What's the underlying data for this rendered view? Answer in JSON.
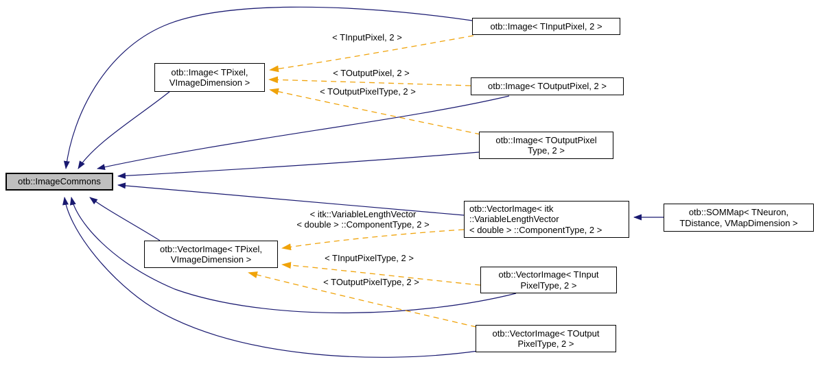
{
  "diagram": {
    "title": "otb::ImageCommons inheritance graph",
    "colors": {
      "inheritance_edge": "#191970",
      "template_instance_edge": "#f0a30a",
      "node_fill": "#ffffff",
      "highlighted_node_fill": "#bfbfbf",
      "node_border": "#000000"
    },
    "nodes": {
      "image_commons": {
        "label": "otb::ImageCommons",
        "highlighted": true
      },
      "image_template": {
        "label": "otb::Image< TPixel,\nVImageDimension >"
      },
      "image_tinputpixel": {
        "label": "otb::Image< TInputPixel, 2 >"
      },
      "image_toutputpixel": {
        "label": "otb::Image< TOutputPixel, 2 >"
      },
      "image_toutputpixeltype": {
        "label": "otb::Image< TOutputPixel\nType, 2 >"
      },
      "vectorimage_itk": {
        "label": "otb::VectorImage< itk\n::VariableLengthVector\n< double > ::ComponentType, 2 >"
      },
      "sommap": {
        "label": "otb::SOMMap< TNeuron,\nTDistance, VMapDimension >"
      },
      "vectorimage_template": {
        "label": "otb::VectorImage< TPixel,\nVImageDimension >"
      },
      "vectorimage_tinput": {
        "label": "otb::VectorImage< TInput\nPixelType, 2 >"
      },
      "vectorimage_toutput": {
        "label": "otb::VectorImage< TOutput\nPixelType, 2 >"
      }
    },
    "edge_labels": {
      "tinputpixel": "< TInputPixel, 2 >",
      "toutputpixel": "< TOutputPixel, 2 >",
      "toutputpixeltype_image": "< TOutputPixelType, 2 >",
      "itk_variablelengthvector": "< itk::VariableLengthVector\n< double > ::ComponentType, 2 >",
      "tinputpixeltype": "< TInputPixelType, 2 >",
      "toutputpixeltype_vector": "< TOutputPixelType, 2 >"
    },
    "edges": [
      {
        "from": "image_template",
        "to": "image_commons",
        "type": "inheritance"
      },
      {
        "from": "image_tinputpixel",
        "to": "image_commons",
        "type": "inheritance"
      },
      {
        "from": "image_toutputpixel",
        "to": "image_commons",
        "type": "inheritance"
      },
      {
        "from": "image_toutputpixeltype",
        "to": "image_commons",
        "type": "inheritance"
      },
      {
        "from": "vectorimage_itk",
        "to": "image_commons",
        "type": "inheritance"
      },
      {
        "from": "vectorimage_template",
        "to": "image_commons",
        "type": "inheritance"
      },
      {
        "from": "vectorimage_tinput",
        "to": "image_commons",
        "type": "inheritance"
      },
      {
        "from": "vectorimage_toutput",
        "to": "image_commons",
        "type": "inheritance"
      },
      {
        "from": "sommap",
        "to": "vectorimage_itk",
        "type": "inheritance"
      },
      {
        "from": "image_tinputpixel",
        "to": "image_template",
        "type": "template-instance",
        "label": "tinputpixel"
      },
      {
        "from": "image_toutputpixel",
        "to": "image_template",
        "type": "template-instance",
        "label": "toutputpixel"
      },
      {
        "from": "image_toutputpixeltype",
        "to": "image_template",
        "type": "template-instance",
        "label": "toutputpixeltype_image"
      },
      {
        "from": "vectorimage_itk",
        "to": "vectorimage_template",
        "type": "template-instance",
        "label": "itk_variablelengthvector"
      },
      {
        "from": "vectorimage_tinput",
        "to": "vectorimage_template",
        "type": "template-instance",
        "label": "tinputpixeltype"
      },
      {
        "from": "vectorimage_toutput",
        "to": "vectorimage_template",
        "type": "template-instance",
        "label": "toutputpixeltype_vector"
      }
    ]
  }
}
